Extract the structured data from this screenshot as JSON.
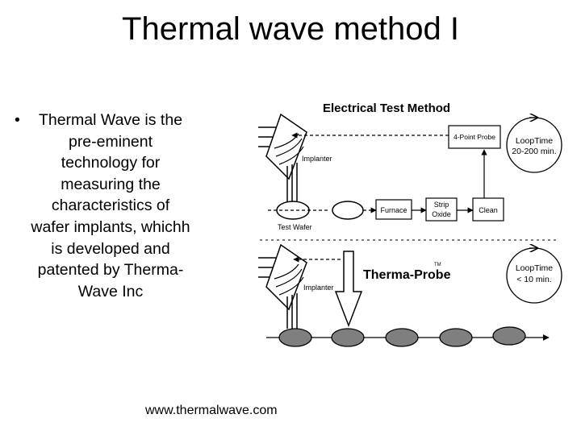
{
  "slide": {
    "title": "Thermal wave method I",
    "bullet_marker": "•",
    "bullet_text": "Thermal Wave is the pre-eminent technology for measuring the characteristics of wafer implants, whichh is developed and patented by Therma-Wave Inc",
    "footer": "www.thermalwave.com"
  },
  "diagram": {
    "top": {
      "heading": "Electrical Test Method",
      "implanter_label": "Implanter",
      "test_wafer_label": "Test Wafer",
      "furnace": "Furnace",
      "strip_oxide_line1": "Strip",
      "strip_oxide_line2": "Oxide",
      "clean": "Clean",
      "probe": "4-Point Probe",
      "loop_line1": "LoopTime",
      "loop_line2": "20-200 min."
    },
    "bottom": {
      "heading": "Therma-Probe",
      "tm": "TM",
      "implanter_label": "Implanter",
      "loop_line1": "LoopTime",
      "loop_line2": "< 10 min.",
      "wafer_fill": "#7f7f7f"
    }
  }
}
